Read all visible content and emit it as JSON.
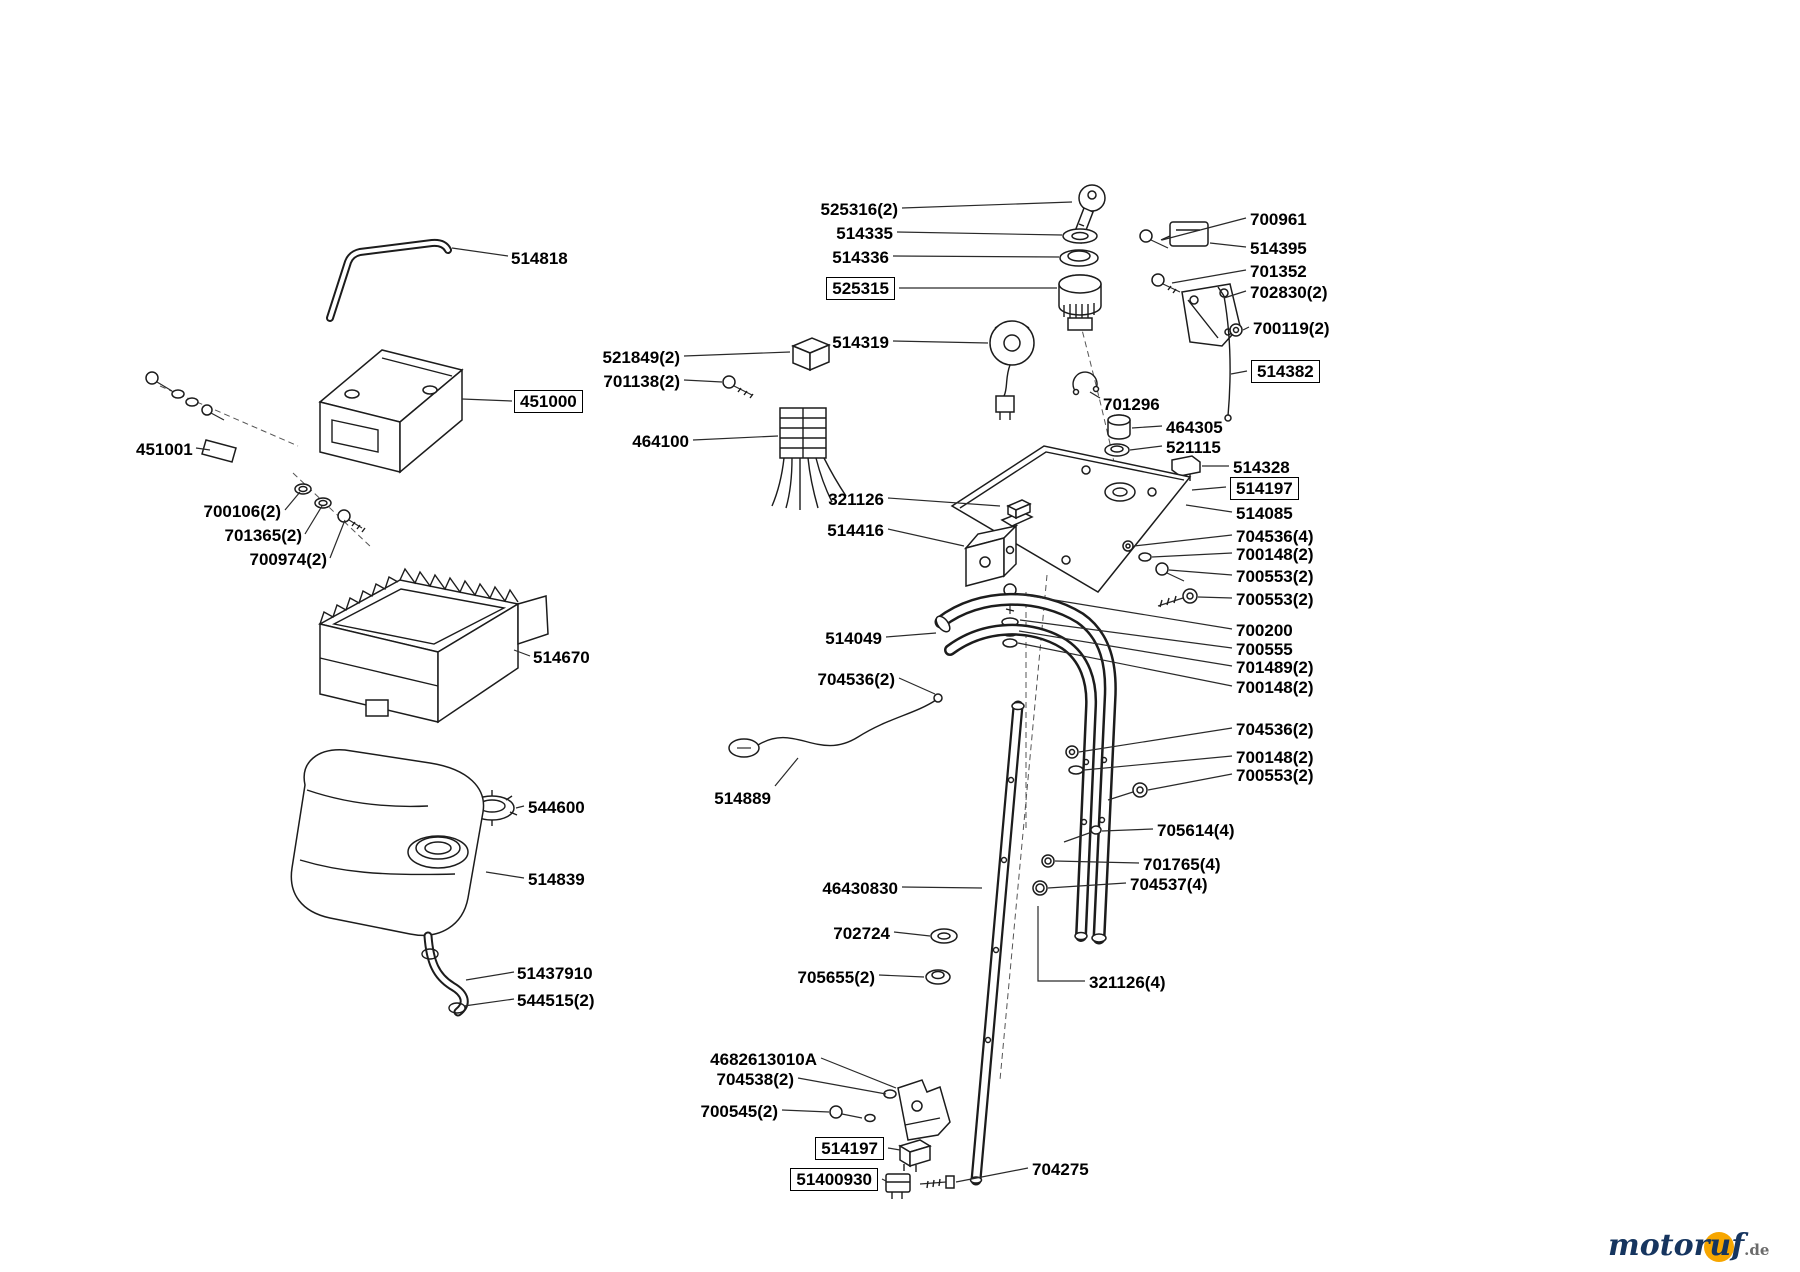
{
  "page": {
    "background": "#ffffff"
  },
  "watermark": {
    "brand": "motoruf",
    "tld": ".de",
    "accent_color": "#f7a600",
    "brand_color": "#16355f"
  },
  "labels": {
    "l514818": "514818",
    "l451000": "451000",
    "l451001": "451001",
    "l700106_2": "700106(2)",
    "l701365_2": "701365(2)",
    "l700974_2": "700974(2)",
    "l514670": "514670",
    "l544600": "544600",
    "l514839": "514839",
    "l51437910": "51437910",
    "l544515_2": "544515(2)",
    "l525316_2": "525316(2)",
    "l514335": "514335",
    "l514336": "514336",
    "l525315": "525315",
    "l514319": "514319",
    "l521849_2": "521849(2)",
    "l701138_2": "701138(2)",
    "l464100": "464100",
    "l321126": "321126",
    "l514416": "514416",
    "l514049": "514049",
    "l704536_2": "704536(2)",
    "l514889": "514889",
    "l46430830": "46430830",
    "l702724": "702724",
    "l705655_2": "705655(2)",
    "l4682613010A": "4682613010A",
    "l704538_2": "704538(2)",
    "l700545_2": "700545(2)",
    "l514197": "514197",
    "l51400930": "51400930",
    "l704275": "704275",
    "l321126_4": "321126(4)",
    "l700961": "700961",
    "l514395": "514395",
    "l701352": "701352",
    "l702830_2": "702830(2)",
    "l700119_2": "700119(2)",
    "l514382": "514382",
    "l701296": "701296",
    "l464305": "464305",
    "l521115": "521115",
    "l514328": "514328",
    "l514085": "514085",
    "l704536_4": "704536(4)",
    "l700148_2": "700148(2)",
    "l700553_2": "700553(2)",
    "l700200": "700200",
    "l700555": "700555",
    "l701489_2": "701489(2)",
    "l705614_4": "705614(4)",
    "l701765_4": "701765(4)",
    "l704537_4": "704537(4)"
  }
}
